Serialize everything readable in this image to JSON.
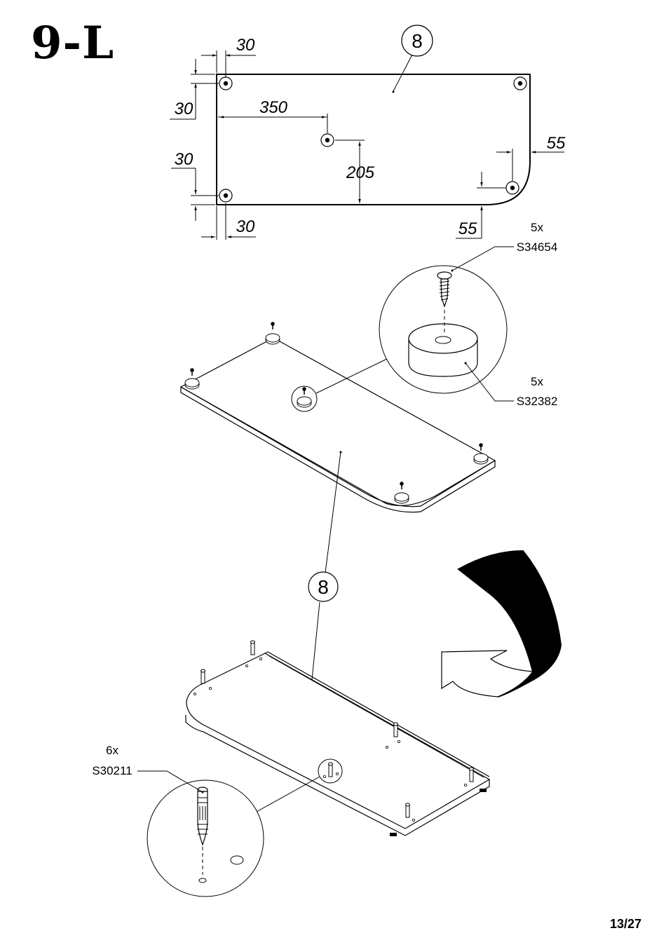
{
  "step": {
    "title": "9-L"
  },
  "page": {
    "number": "13/27"
  },
  "top_view": {
    "part_number": "8",
    "dimensions": {
      "top_left_x": "30",
      "top_left_y": "30",
      "center_x": "350",
      "center_y": "205",
      "bottom_left_y": "30",
      "bottom_left_x": "30",
      "right_x": "55",
      "right_y": "55"
    }
  },
  "middle_view": {
    "screw": {
      "qty": "5x",
      "code": "S34654"
    },
    "foot": {
      "qty": "5x",
      "code": "S32382"
    }
  },
  "lower_view": {
    "part_number": "8",
    "dowel": {
      "qty": "6x",
      "code": "S30211"
    }
  },
  "colors": {
    "ink": "#000000",
    "fill": "#ffffff",
    "shade": "#f2f2f2"
  },
  "icons": [
    "flip-arrow-icon",
    "screw-icon",
    "foot-pad-icon",
    "cam-dowel-icon"
  ]
}
